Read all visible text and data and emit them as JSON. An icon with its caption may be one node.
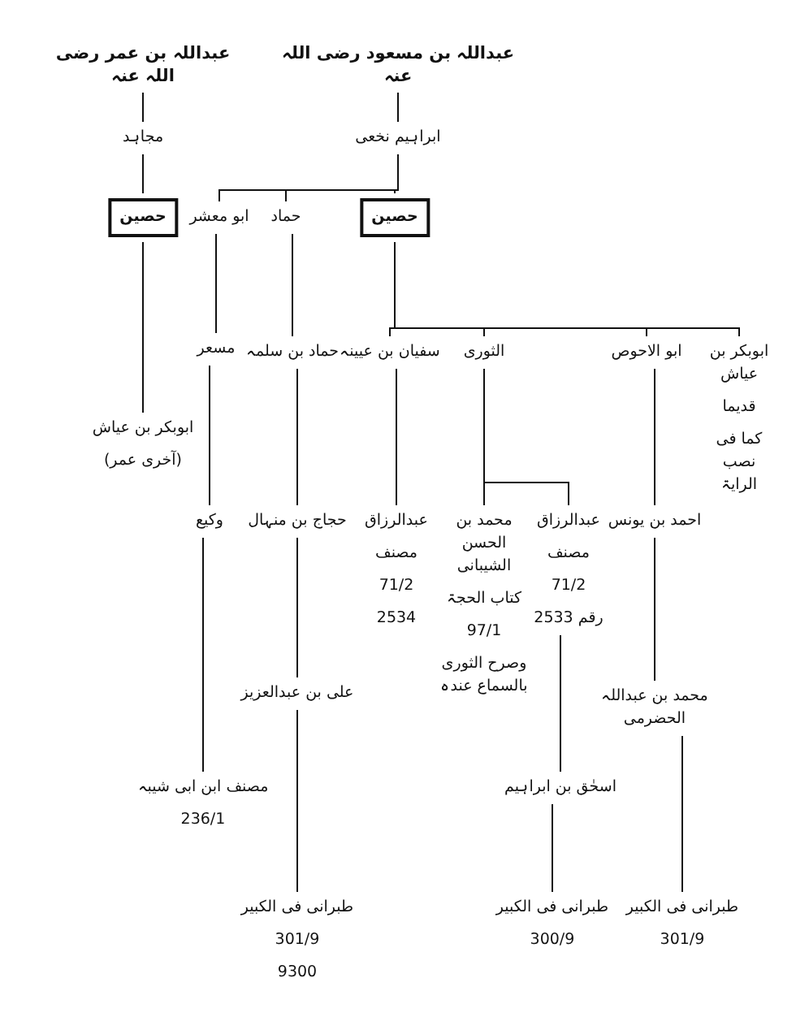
{
  "diagram": {
    "nodes": [
      {
        "text": [
          "عبداللہ بن عمر رضی اللہ عنہ"
        ]
      },
      {
        "text": [
          "عبداللہ بن مسعود رضی اللہ عنہ"
        ]
      },
      {
        "text": [
          "مجاہد"
        ]
      },
      {
        "text": [
          "ابراہیم نخعی"
        ]
      },
      {
        "text": [
          "حصین"
        ]
      },
      {
        "text": [
          "ابو معشر"
        ]
      },
      {
        "text": [
          "حماد"
        ]
      },
      {
        "text": [
          "حصین"
        ]
      },
      {
        "text": [
          "سفیان بن عیینہ"
        ]
      },
      {
        "text": [
          "الثوری"
        ]
      },
      {
        "text": [
          "ابو الاحوص"
        ]
      },
      {
        "text": [
          "ابوبکر بن عیاش",
          "قدیما",
          "کما فی نصب الرایۃ"
        ]
      },
      {
        "text": [
          "مسعر"
        ]
      },
      {
        "text": [
          "حماد بن سلمہ"
        ]
      },
      {
        "text": [
          "ابوبکر بن عیاش",
          "(آخری عمر)"
        ]
      },
      {
        "text": [
          "وکیع"
        ]
      },
      {
        "text": [
          "حجاج بن منہال"
        ]
      },
      {
        "text": [
          "عبدالرزاق",
          "مصنف",
          "71/2",
          "2534"
        ]
      },
      {
        "text": [
          "محمد بن الحسن الشیبانی",
          "کتاب الحجۃ",
          "97/1",
          "وصرح الثوری بالسماع عندہ"
        ]
      },
      {
        "text": [
          "عبدالرزاق",
          "مصنف",
          "71/2",
          "رقم 2533"
        ]
      },
      {
        "text": [
          "احمد بن یونس"
        ]
      },
      {
        "text": [
          "علی بن عبدالعزیز"
        ]
      },
      {
        "text": [
          "محمد بن عبداللہ الحضرمی"
        ]
      },
      {
        "text": [
          "اسحٰق بن ابراہیم"
        ]
      },
      {
        "text": [
          "مصنف ابن ابی شیبہ",
          "236/1"
        ]
      },
      {
        "text": [
          "طبرانی فی الکبیر",
          "301/9",
          "9300"
        ]
      },
      {
        "text": [
          "طبرانی فی الکبیر",
          "300/9"
        ]
      },
      {
        "text": [
          "طبرانی فی الکبیر",
          "301/9"
        ]
      }
    ],
    "edges": [
      {
        "from": 0,
        "to": 2,
        "arrow": "none"
      },
      {
        "from": 2,
        "to": 4,
        "arrow": "none"
      },
      {
        "from": 1,
        "to": 3,
        "arrow": "none"
      },
      {
        "from": 3,
        "to": 5,
        "arrow": "none"
      },
      {
        "from": 3,
        "to": 6,
        "arrow": "none"
      },
      {
        "from": 3,
        "to": 7,
        "arrow": "none"
      },
      {
        "from": 4,
        "to": 14,
        "arrow": "none"
      },
      {
        "from": 5,
        "to": 12,
        "arrow": "none"
      },
      {
        "from": 6,
        "to": 13,
        "arrow": "none"
      },
      {
        "from": 7,
        "to": 8,
        "arrow": "none"
      },
      {
        "from": 7,
        "to": 9,
        "arrow": "none"
      },
      {
        "from": 7,
        "to": 10,
        "arrow": "none"
      },
      {
        "from": 7,
        "to": 11,
        "arrow": "none"
      },
      {
        "from": 12,
        "to": 15,
        "arrow": "none"
      },
      {
        "from": 13,
        "to": 16,
        "arrow": "none"
      },
      {
        "from": 8,
        "to": 17,
        "arrow": "none"
      },
      {
        "from": 9,
        "to": 18,
        "arrow": "none"
      },
      {
        "from": 9,
        "to": 19,
        "arrow": "none"
      },
      {
        "from": 10,
        "to": 20,
        "arrow": "none"
      },
      {
        "from": 15,
        "to": 24,
        "arrow": "none"
      },
      {
        "from": 16,
        "to": 21,
        "arrow": "none"
      },
      {
        "from": 19,
        "to": 23,
        "arrow": "none"
      },
      {
        "from": 20,
        "to": 22,
        "arrow": "none"
      },
      {
        "from": 21,
        "to": 25,
        "arrow": "none"
      },
      {
        "from": 23,
        "to": 26,
        "arrow": "none"
      },
      {
        "from": 22,
        "to": 27,
        "arrow": "none"
      }
    ]
  }
}
